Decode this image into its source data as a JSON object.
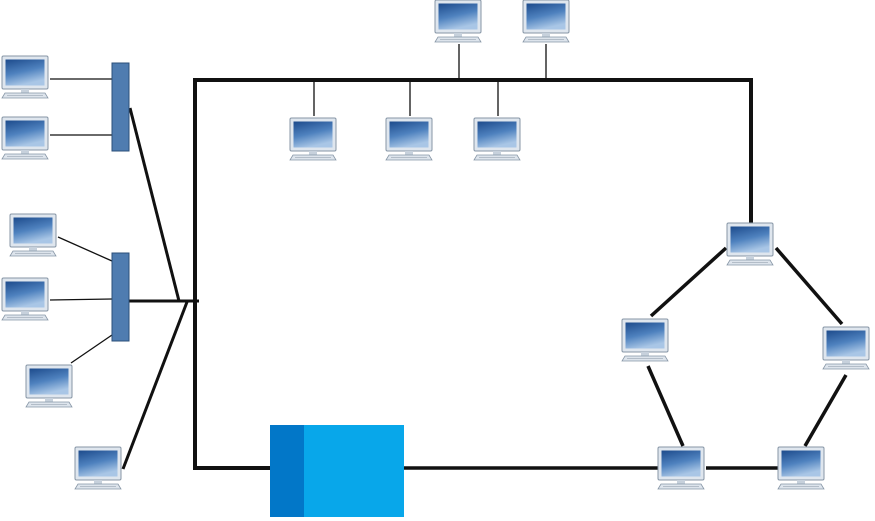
{
  "diagram": {
    "type": "network-topology",
    "labels": [],
    "colors": {
      "background": "#ffffff",
      "link": "#111111",
      "hub_fill": "#4f7cb0",
      "hub_stroke": "#2b4f7a",
      "device_dark": "#0277c8",
      "device_light": "#08a7ea",
      "monitor_frame": "#dfe6ee",
      "screen_top": "#1d4b8c",
      "screen_bottom": "#a9c6e6",
      "stand": "#c7d1dc"
    },
    "icons": {
      "computer": "computer-icon",
      "hub": "hub-icon",
      "central_device": "central-device-icon"
    },
    "segments": {
      "star": "star-segment",
      "bus": "bus-segment",
      "ring": "ring-segment"
    }
  }
}
